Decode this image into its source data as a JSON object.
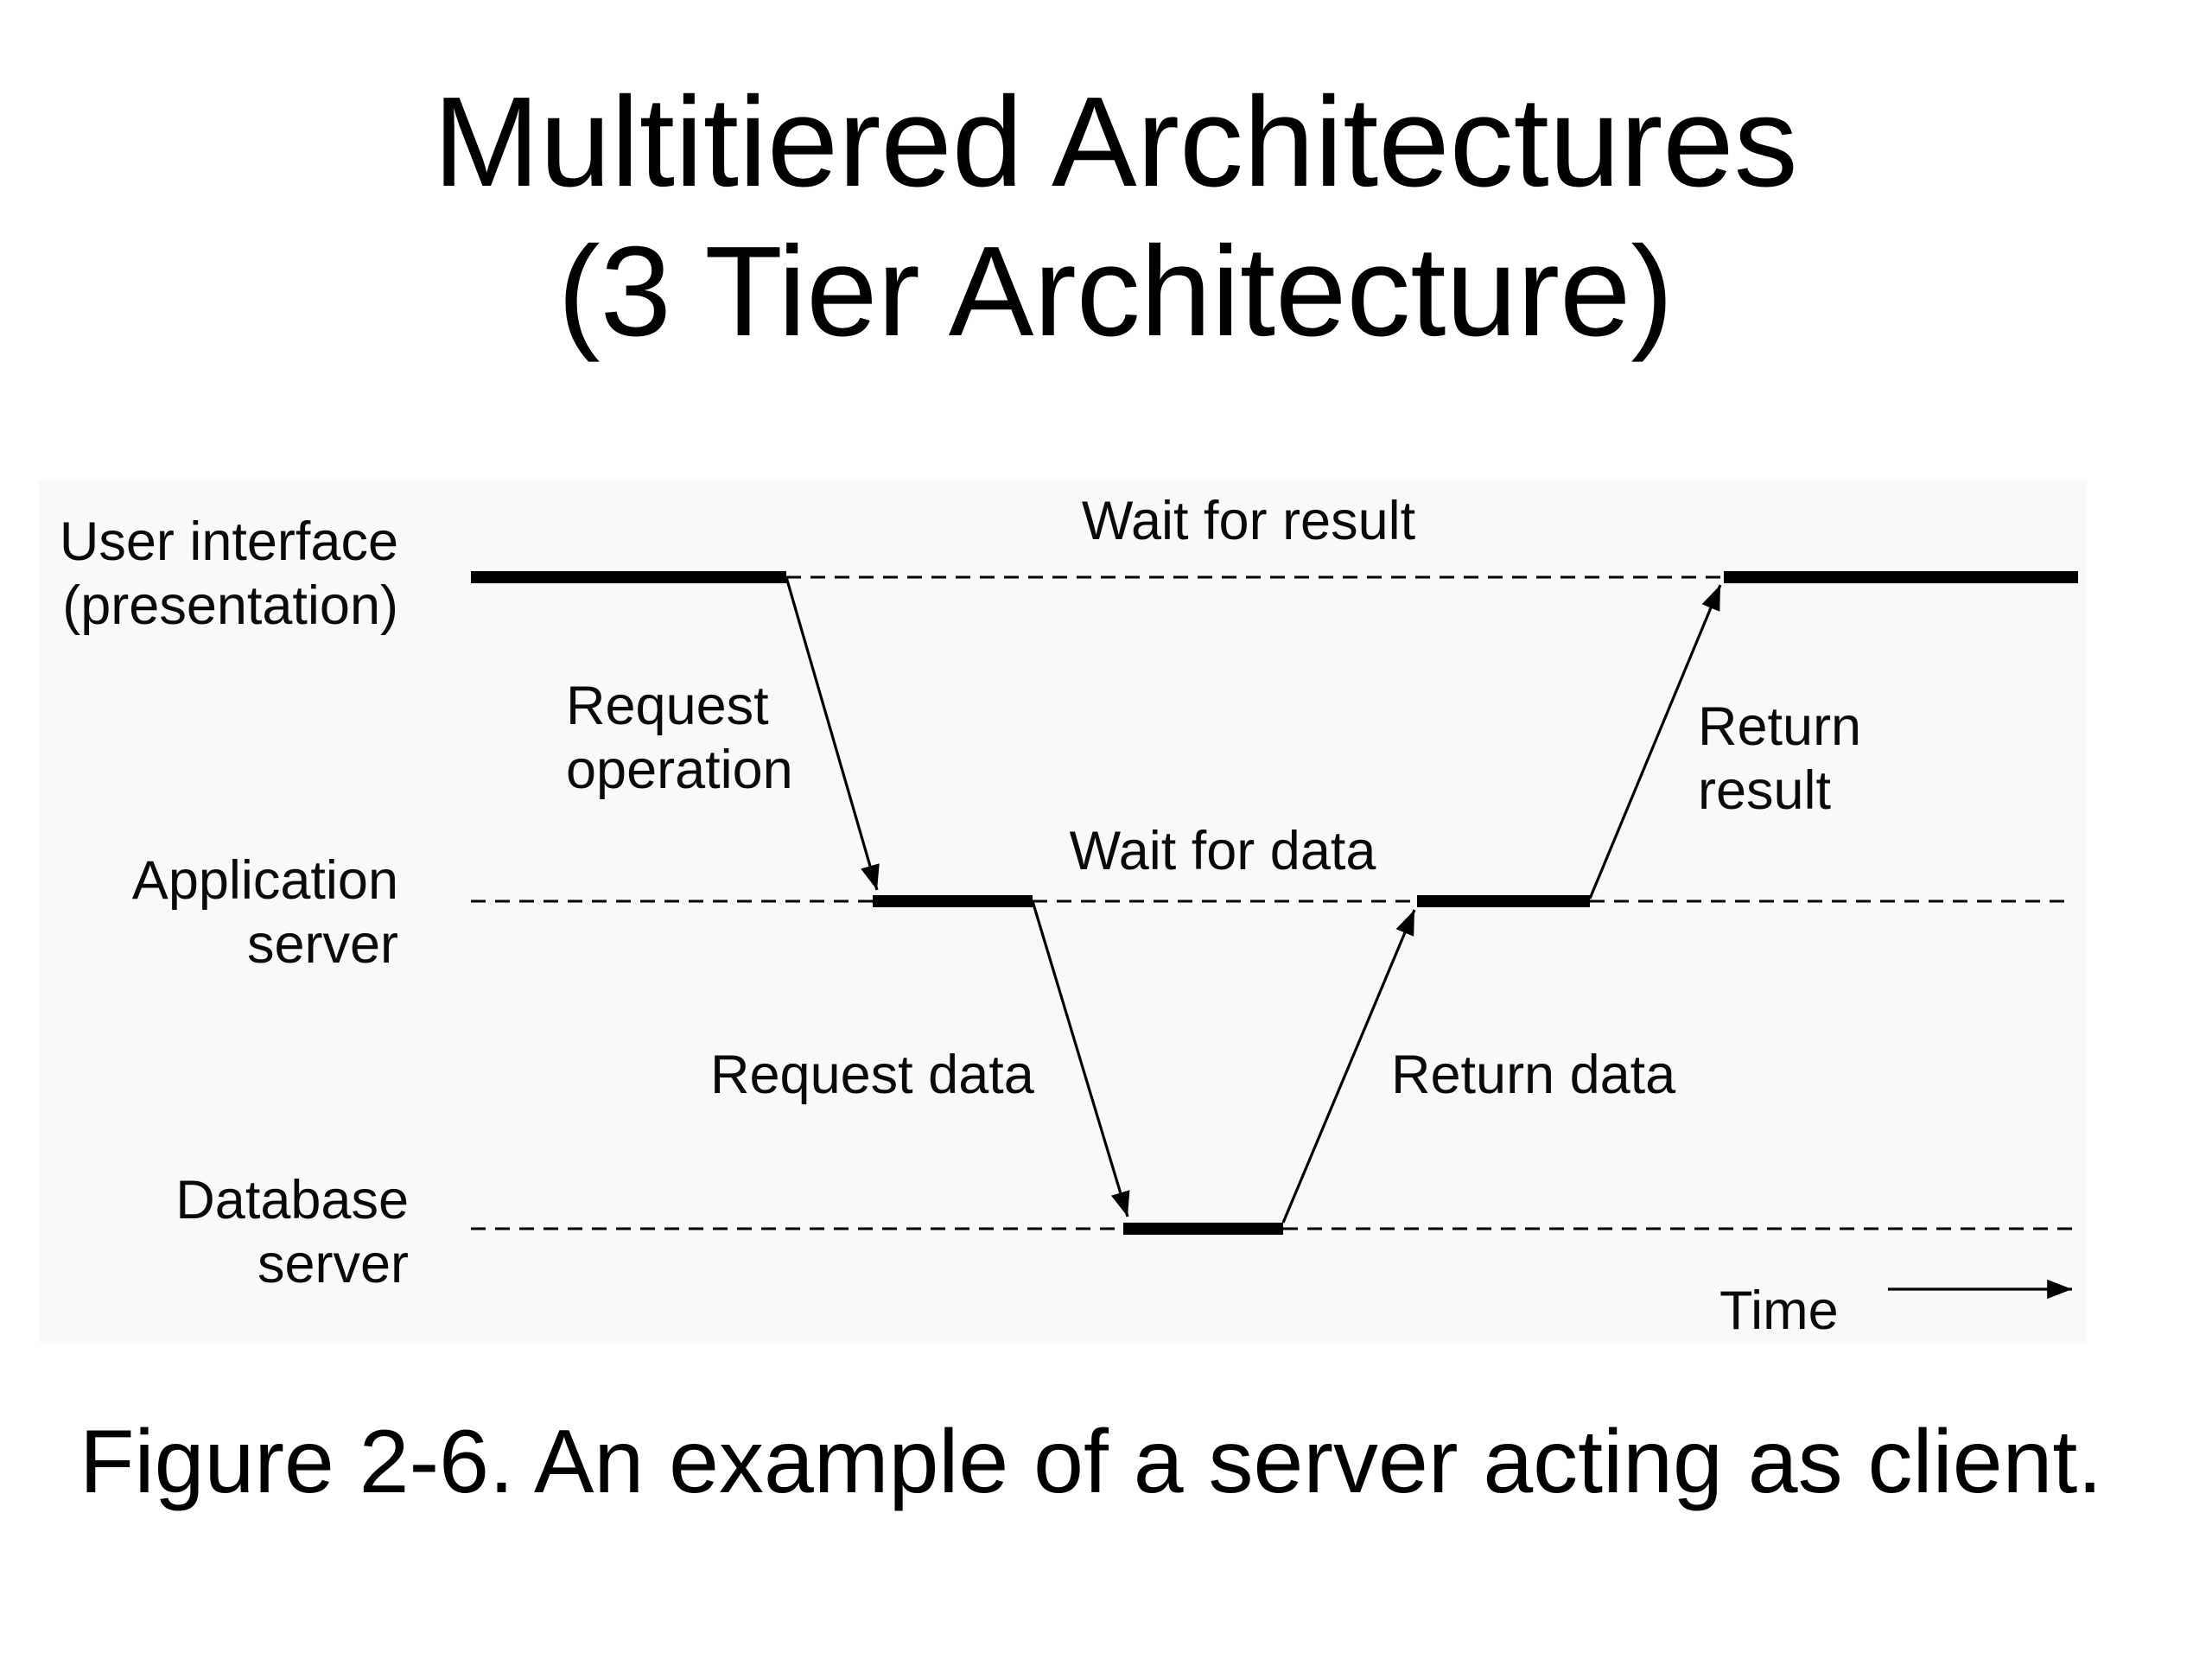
{
  "title": {
    "line1": "Multitiered Architectures",
    "line2": "(3 Tier Architecture)"
  },
  "diagram": {
    "tiers": [
      {
        "line1": "User interface",
        "line2": "(presentation)"
      },
      {
        "line1": "Application",
        "line2": "server"
      },
      {
        "line1": "Database",
        "line2": "server"
      }
    ],
    "labels": {
      "wait_for_result": "Wait for result",
      "wait_for_data": "Wait for data",
      "request_operation_1": "Request",
      "request_operation_2": "operation",
      "request_data": "Request data",
      "return_data": "Return data",
      "return_result_1": "Return",
      "return_result_2": "result",
      "time": "Time"
    },
    "colors": {
      "line": "#000000",
      "panel_background": "#f9f9f9"
    }
  },
  "caption": "Figure 2-6. An example of a server acting as client."
}
